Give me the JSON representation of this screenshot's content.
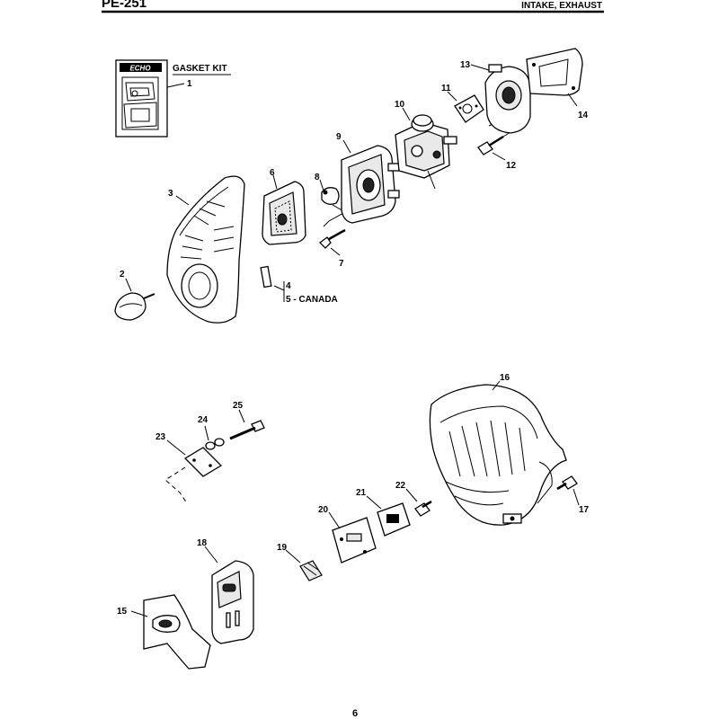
{
  "header": {
    "model": "PE-251",
    "section": "INTAKE, EXHAUST"
  },
  "kit": {
    "logo_text": "ECHO",
    "label": "GASKET KIT"
  },
  "callouts": [
    {
      "id": "c1",
      "text": "1"
    },
    {
      "id": "c2",
      "text": "2"
    },
    {
      "id": "c3",
      "text": "3"
    },
    {
      "id": "c4",
      "text": "4"
    },
    {
      "id": "c5",
      "text": "5 - CANADA"
    },
    {
      "id": "c6",
      "text": "6"
    },
    {
      "id": "c7",
      "text": "7"
    },
    {
      "id": "c8",
      "text": "8"
    },
    {
      "id": "c9",
      "text": "9"
    },
    {
      "id": "c10",
      "text": "10"
    },
    {
      "id": "c11",
      "text": "11"
    },
    {
      "id": "c12",
      "text": "12"
    },
    {
      "id": "c13",
      "text": "13"
    },
    {
      "id": "c14",
      "text": "14"
    },
    {
      "id": "c15",
      "text": "15"
    },
    {
      "id": "c16",
      "text": "16"
    },
    {
      "id": "c17",
      "text": "17"
    },
    {
      "id": "c18",
      "text": "18"
    },
    {
      "id": "c19",
      "text": "19"
    },
    {
      "id": "c20",
      "text": "20"
    },
    {
      "id": "c21",
      "text": "21"
    },
    {
      "id": "c22",
      "text": "22"
    },
    {
      "id": "c23",
      "text": "23"
    },
    {
      "id": "c24",
      "text": "24"
    },
    {
      "id": "c25",
      "text": "25"
    }
  ],
  "footer": {
    "page_number": "6"
  }
}
